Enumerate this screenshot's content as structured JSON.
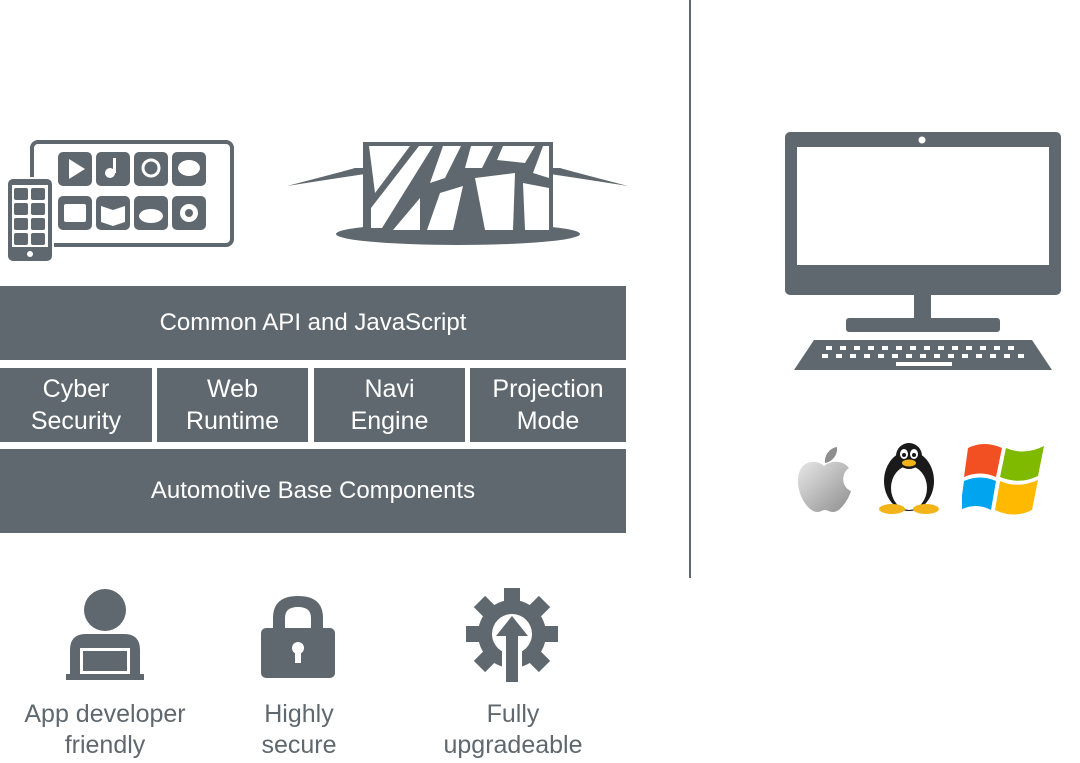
{
  "stack": {
    "top_layer": "Common API and JavaScript",
    "middle_layer": [
      {
        "line1": "Cyber",
        "line2": "Security"
      },
      {
        "line1": "Web",
        "line2": "Runtime"
      },
      {
        "line1": "Navi",
        "line2": "Engine"
      },
      {
        "line1": "Projection",
        "line2": "Mode"
      }
    ],
    "bottom_layer": "Automotive Base Components"
  },
  "features": [
    {
      "icon": "developer-icon",
      "line1": "App developer",
      "line2": "friendly"
    },
    {
      "icon": "lock-icon",
      "line1": "Highly",
      "line2": "secure"
    },
    {
      "icon": "upgrade-gear-icon",
      "line1": "Fully",
      "line2": "upgradeable"
    }
  ],
  "icons": {
    "apps": "app-devices-icon",
    "navigation": "navigation-map-icon",
    "desktop": "desktop-computer-icon",
    "os": [
      "apple-icon",
      "linux-tux-icon",
      "windows-icon"
    ]
  },
  "colors": {
    "primary": "#5f686e"
  }
}
